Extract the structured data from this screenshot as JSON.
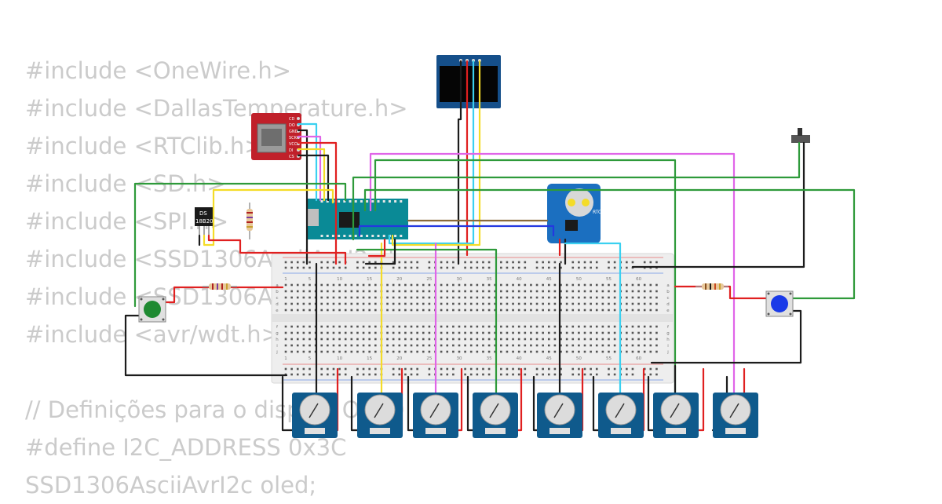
{
  "code_lines": [
    "#include <OneWire.h>",
    "#include <DallasTemperature.h>",
    "#include <RTClib.h>",
    "#include <SD.h>",
    "#include <SPI.h>",
    "#include <SSD1306AsciiAvrI2c.h>",
    "#include <SSD1306AsciiAvrI2c.h>",
    "#include <avr/wdt.h>                        // watchdog timer",
    "",
    "// Definições para o display OLED",
    "#define I2C_ADDRESS 0x3C",
    "SSD1306AsciiAvrI2c oled;"
  ],
  "breadboard": {
    "column_numbers": [
      "1",
      "5",
      "10",
      "15",
      "20",
      "25",
      "30",
      "35",
      "40",
      "45",
      "50",
      "55",
      "60"
    ],
    "row_letters_top": [
      "a",
      "b",
      "c",
      "d",
      "e"
    ],
    "row_letters_bottom": [
      "f",
      "g",
      "h",
      "i",
      "j"
    ]
  },
  "labels": {
    "ds18b20_line1": "DS",
    "ds18b20_line2": "18B20",
    "rtc": "RTC",
    "sd_pins": [
      "CD",
      "DO",
      "GND",
      "SCK",
      "VCC",
      "DI",
      "CS"
    ]
  },
  "colors": {
    "black": "#1c1c1c",
    "red": "#e02020",
    "green": "#2e9a3a",
    "yellow": "#f4dc28",
    "cyan": "#3ad0f0",
    "magenta": "#e064e8",
    "blue": "#2438e0",
    "brown": "#8a6a3a",
    "module_blue": "#1b6fc0",
    "potentiometer_blue": "#0f5a8c",
    "arduino_teal": "#0a8a96",
    "sd_red": "#c0202a",
    "button_green": "#1f8a32",
    "button_blue": "#1a3ae8"
  }
}
